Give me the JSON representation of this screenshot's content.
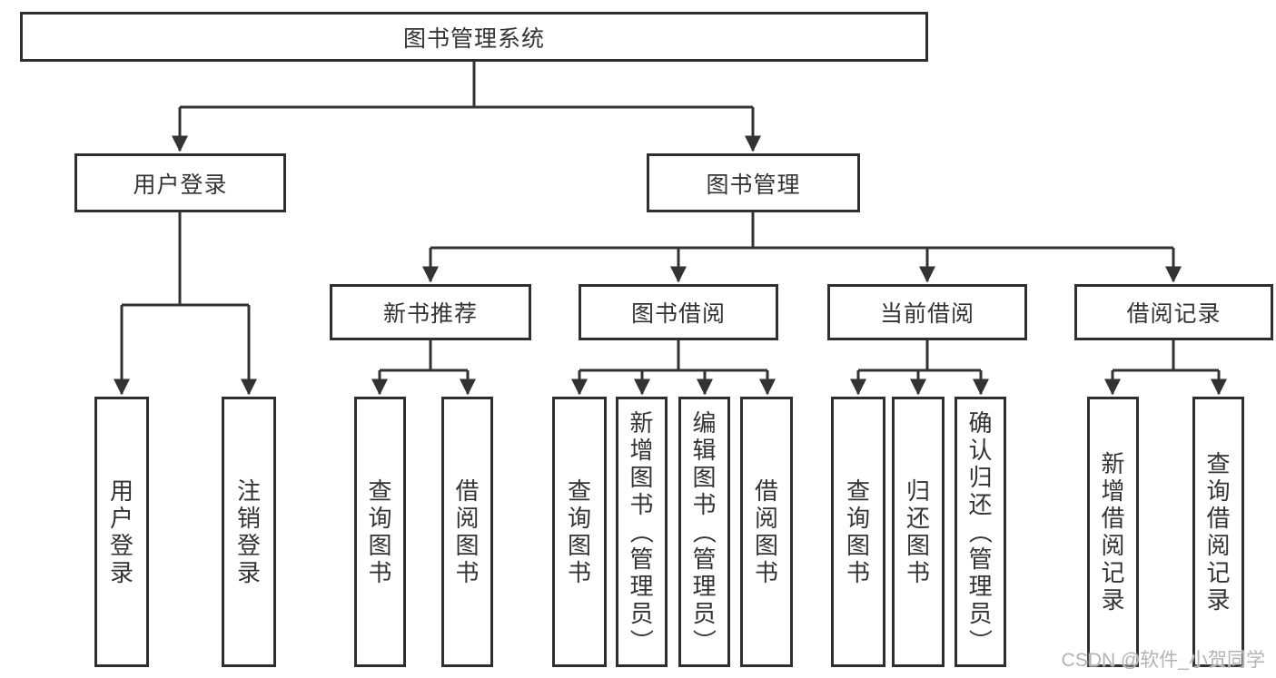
{
  "diagram": {
    "root": {
      "label": "图书管理系统"
    },
    "level1": [
      {
        "label": "用户登录"
      },
      {
        "label": "图书管理"
      }
    ],
    "level2": [
      {
        "label": "新书推荐"
      },
      {
        "label": "图书借阅"
      },
      {
        "label": "当前借阅"
      },
      {
        "label": "借阅记录"
      }
    ],
    "leaves": [
      {
        "label": "用户登录"
      },
      {
        "label": "注销登录"
      },
      {
        "label": "查询图书"
      },
      {
        "label": "借阅图书"
      },
      {
        "label": "查询图书"
      },
      {
        "label": "新增图书（管理员）"
      },
      {
        "label": "编辑图书（管理员）"
      },
      {
        "label": "借阅图书"
      },
      {
        "label": "查询图书"
      },
      {
        "label": "归还图书"
      },
      {
        "label": "确认归还（管理员）"
      },
      {
        "label": "新增借阅记录"
      },
      {
        "label": "查询借阅记录"
      }
    ],
    "watermark": "CSDN @软件_小贺同学",
    "colors": {
      "line": "#333333",
      "text": "#333333",
      "background": "#ffffff",
      "watermark": "#b3b3b3"
    }
  }
}
